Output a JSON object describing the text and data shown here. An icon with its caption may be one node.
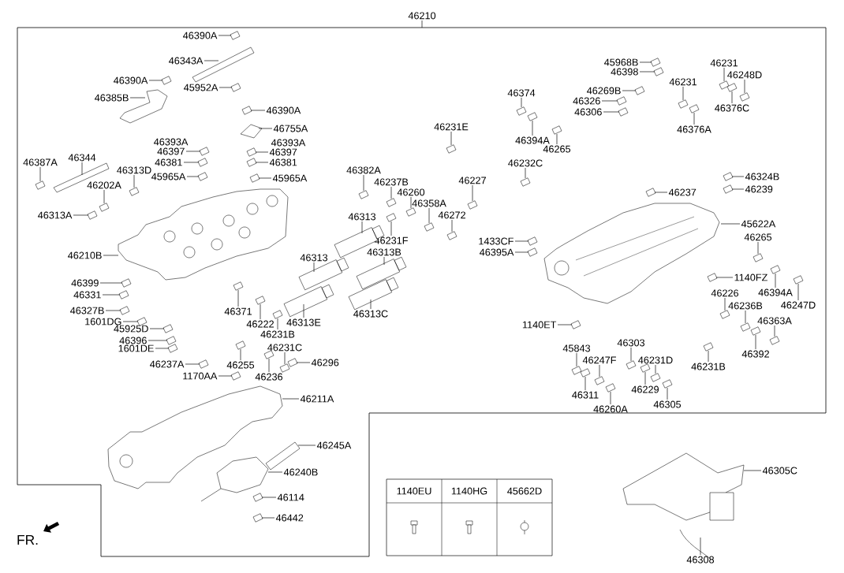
{
  "diagram": {
    "nodes": [
      {
        "text": [
          "46210"
        ]
      },
      {
        "text": [
          "46390A"
        ]
      },
      {
        "text": [
          "46343A"
        ]
      },
      {
        "text": [
          "46390A"
        ]
      },
      {
        "text": [
          "45952A"
        ]
      },
      {
        "text": [
          "46385B"
        ]
      },
      {
        "text": [
          "46390A"
        ]
      },
      {
        "text": [
          "46755A"
        ]
      },
      {
        "text": [
          "46397"
        ]
      },
      {
        "text": [
          "46381"
        ]
      },
      {
        "text": [
          "45965A"
        ]
      },
      {
        "text": [
          "46397"
        ]
      },
      {
        "text": [
          "46381"
        ]
      },
      {
        "text": [
          "45965A"
        ]
      },
      {
        "text": [
          "46387A"
        ]
      },
      {
        "text": [
          "46344"
        ]
      },
      {
        "text": [
          "46313D"
        ]
      },
      {
        "text": [
          "46202A"
        ]
      },
      {
        "text": [
          "46313A"
        ]
      },
      {
        "text": [
          "46210B"
        ]
      },
      {
        "text": [
          "46399"
        ]
      },
      {
        "text": [
          "46331"
        ]
      },
      {
        "text": [
          "46327B"
        ]
      },
      {
        "text": [
          "1601DG"
        ]
      },
      {
        "text": [
          "45925D"
        ]
      },
      {
        "text": [
          "46396"
        ]
      },
      {
        "text": [
          "1601DE"
        ]
      },
      {
        "text": [
          "46237A"
        ]
      },
      {
        "text": [
          "46371"
        ]
      },
      {
        "text": [
          "46222"
        ]
      },
      {
        "text": [
          "46231B"
        ]
      },
      {
        "text": [
          "46313E"
        ]
      },
      {
        "text": [
          "46313"
        ]
      },
      {
        "text": [
          "46313C"
        ]
      },
      {
        "text": [
          "46313B"
        ]
      },
      {
        "text": [
          "46313"
        ]
      },
      {
        "text": [
          "46231F"
        ]
      },
      {
        "text": [
          "46382A"
        ]
      },
      {
        "text": [
          "46237B"
        ]
      },
      {
        "text": [
          "46260"
        ]
      },
      {
        "text": [
          "46255"
        ]
      },
      {
        "text": [
          "46236"
        ]
      },
      {
        "text": [
          "46231C"
        ]
      },
      {
        "text": [
          "46296"
        ]
      },
      {
        "text": [
          "1170AA"
        ]
      },
      {
        "text": [
          "46211A"
        ]
      },
      {
        "text": [
          "46245A"
        ]
      },
      {
        "text": [
          "46240B"
        ]
      },
      {
        "text": [
          "46114"
        ]
      },
      {
        "text": [
          "46442"
        ]
      },
      {
        "text": [
          "45968B"
        ]
      },
      {
        "text": [
          "46398"
        ]
      },
      {
        "text": [
          "46374"
        ]
      },
      {
        "text": [
          "46269B"
        ]
      },
      {
        "text": [
          "46326"
        ]
      },
      {
        "text": [
          "46306"
        ]
      },
      {
        "text": [
          "46231"
        ]
      },
      {
        "text": [
          "46248D"
        ]
      },
      {
        "text": [
          "46231"
        ]
      },
      {
        "text": [
          "46376C"
        ]
      },
      {
        "text": [
          "46394A"
        ]
      },
      {
        "text": [
          "46265"
        ]
      },
      {
        "text": [
          "46231E"
        ]
      },
      {
        "text": [
          "46376A"
        ]
      },
      {
        "text": [
          "46232C"
        ]
      },
      {
        "text": [
          "46227"
        ]
      },
      {
        "text": [
          "46324B"
        ]
      },
      {
        "text": [
          "46239"
        ]
      },
      {
        "text": [
          "46237"
        ]
      },
      {
        "text": [
          "46358A"
        ]
      },
      {
        "text": [
          "46272"
        ]
      },
      {
        "text": [
          "45622A"
        ]
      },
      {
        "text": [
          "46265"
        ]
      },
      {
        "text": [
          "1433CF"
        ]
      },
      {
        "text": [
          "46395A"
        ]
      },
      {
        "text": [
          "1140FZ"
        ]
      },
      {
        "text": [
          "46394A"
        ]
      },
      {
        "text": [
          "46226"
        ]
      },
      {
        "text": [
          "46247D"
        ]
      },
      {
        "text": [
          "46236B"
        ]
      },
      {
        "text": [
          "1140ET"
        ]
      },
      {
        "text": [
          "46363A"
        ]
      },
      {
        "text": [
          "46303"
        ]
      },
      {
        "text": [
          "45843"
        ]
      },
      {
        "text": [
          "46247F"
        ]
      },
      {
        "text": [
          "46231D"
        ]
      },
      {
        "text": [
          "46392"
        ]
      },
      {
        "text": [
          "46231B"
        ]
      },
      {
        "text": [
          "46229"
        ]
      },
      {
        "text": [
          "46311"
        ]
      },
      {
        "text": [
          "46305"
        ]
      },
      {
        "text": [
          "46260A"
        ]
      },
      {
        "text": [
          "46305C"
        ]
      },
      {
        "text": [
          "46308"
        ]
      },
      {
        "text": [],
        "shape": "picture"
      },
      {
        "text": [],
        "shape": "picture"
      },
      {
        "text": [],
        "shape": "picture"
      },
      {
        "text": [],
        "shape": "picture"
      },
      {
        "text": [],
        "shape": "picture"
      },
      {
        "text": [],
        "shape": "picture"
      },
      {
        "text": [],
        "shape": "picture"
      },
      {
        "text": [],
        "shape": "picture"
      },
      {
        "text": [],
        "shape": "picture"
      },
      {
        "text": [],
        "shape": "picture"
      },
      {
        "text": [],
        "shape": "picture"
      },
      {
        "text": [],
        "shape": "picture"
      },
      {
        "text": [],
        "shape": "picture"
      },
      {
        "text": [],
        "shape": "picture"
      },
      {
        "text": [],
        "shape": "picture"
      },
      {
        "text": [],
        "shape": "picture"
      },
      {
        "text": [],
        "shape": "picture"
      },
      {
        "text": [],
        "shape": "picture"
      },
      {
        "text": [],
        "shape": "picture"
      },
      {
        "text": [],
        "shape": "picture"
      },
      {
        "text": [],
        "shape": "picture"
      },
      {
        "text": [],
        "shape": "picture"
      },
      {
        "text": [],
        "shape": "picture"
      },
      {
        "text": [],
        "shape": "picture"
      },
      {
        "text": [],
        "shape": "picture"
      },
      {
        "text": [],
        "shape": "picture"
      },
      {
        "text": [],
        "shape": "picture"
      },
      {
        "text": [],
        "shape": "picture"
      },
      {
        "text": [],
        "shape": "picture"
      },
      {
        "text": [],
        "shape": "picture"
      },
      {
        "text": [],
        "shape": "picture"
      },
      {
        "text": [],
        "shape": "picture"
      },
      {
        "text": [],
        "shape": "picture"
      },
      {
        "text": [],
        "shape": "picture"
      },
      {
        "text": [],
        "shape": "picture"
      },
      {
        "text": [],
        "shape": "picture"
      },
      {
        "text": [],
        "shape": "picture"
      },
      {
        "text": [],
        "shape": "picture"
      },
      {
        "text": [],
        "shape": "picture"
      },
      {
        "text": [],
        "shape": "picture"
      },
      {
        "text": [],
        "shape": "picture"
      },
      {
        "text": [],
        "shape": "picture"
      },
      {
        "text": [],
        "shape": "picture"
      },
      {
        "text": [],
        "shape": "picture"
      },
      {
        "text": [],
        "shape": "picture"
      },
      {
        "text": [],
        "shape": "picture"
      },
      {
        "text": [],
        "shape": "picture"
      },
      {
        "text": [],
        "shape": "picture"
      },
      {
        "text": [],
        "shape": "picture"
      },
      {
        "text": [],
        "shape": "picture"
      },
      {
        "text": [],
        "shape": "picture"
      },
      {
        "text": [],
        "shape": "picture"
      },
      {
        "text": [],
        "shape": "picture"
      },
      {
        "text": [],
        "shape": "picture"
      },
      {
        "text": [],
        "shape": "picture"
      },
      {
        "text": [],
        "shape": "picture"
      },
      {
        "text": [],
        "shape": "picture"
      },
      {
        "text": [],
        "shape": "picture"
      },
      {
        "text": [],
        "shape": "picture"
      },
      {
        "text": [],
        "shape": "picture"
      },
      {
        "text": [],
        "shape": "picture"
      },
      {
        "text": [],
        "shape": "picture"
      },
      {
        "text": [],
        "shape": "picture"
      },
      {
        "text": [],
        "shape": "picture"
      },
      {
        "text": [],
        "shape": "picture"
      },
      {
        "text": [],
        "shape": "picture"
      },
      {
        "text": [],
        "shape": "picture"
      },
      {
        "text": [],
        "shape": "picture"
      },
      {
        "text": [],
        "shape": "picture"
      },
      {
        "text": [],
        "shape": "picture"
      },
      {
        "text": [],
        "shape": "picture"
      },
      {
        "text": [],
        "shape": "picture"
      },
      {
        "text": [],
        "shape": "picture"
      },
      {
        "text": [],
        "shape": "picture"
      },
      {
        "text": [],
        "shape": "picture"
      },
      {
        "text": [],
        "shape": "picture"
      },
      {
        "text": [],
        "shape": "picture"
      },
      {
        "text": [],
        "shape": "picture"
      },
      {
        "text": [],
        "shape": "picture"
      },
      {
        "text": [],
        "shape": "picture"
      },
      {
        "text": [],
        "shape": "picture"
      },
      {
        "text": [],
        "shape": "picture"
      },
      {
        "text": [],
        "shape": "picture"
      },
      {
        "text": [],
        "shape": "picture"
      },
      {
        "text": [],
        "shape": "picture"
      },
      {
        "text": [],
        "shape": "picture"
      },
      {
        "text": [],
        "shape": "picture"
      },
      {
        "text": [],
        "shape": "picture"
      },
      {
        "text": [],
        "shape": "picture"
      },
      {
        "text": [],
        "shape": "picture"
      },
      {
        "text": [],
        "shape": "picture"
      },
      {
        "text": [],
        "shape": "picture"
      },
      {
        "text": [],
        "shape": "picture"
      }
    ],
    "edges": [
      {
        "from": 0,
        "to": null,
        "arrow": "none"
      },
      {
        "from": 1,
        "to": 94,
        "arrow": "none"
      },
      {
        "from": 2,
        "to": 95,
        "arrow": "none"
      },
      {
        "from": 3,
        "to": 96,
        "arrow": "none"
      },
      {
        "from": 4,
        "to": 97,
        "arrow": "none"
      },
      {
        "from": 5,
        "to": 98,
        "arrow": "none"
      },
      {
        "from": 6,
        "to": 99,
        "arrow": "none"
      },
      {
        "from": 7,
        "to": 100,
        "arrow": "none"
      },
      {
        "from": 8,
        "to": 101,
        "arrow": "none"
      },
      {
        "from": 9,
        "to": 102,
        "arrow": "none"
      },
      {
        "from": 10,
        "to": 103,
        "arrow": "none"
      },
      {
        "from": 11,
        "to": 104,
        "arrow": "none"
      },
      {
        "from": 12,
        "to": 105,
        "arrow": "none"
      },
      {
        "from": 13,
        "to": 106,
        "arrow": "none"
      },
      {
        "from": 14,
        "to": 107,
        "arrow": "none"
      },
      {
        "from": 15,
        "to": 108,
        "arrow": "none"
      },
      {
        "from": 16,
        "to": 109,
        "arrow": "none"
      },
      {
        "from": 17,
        "to": 110,
        "arrow": "none"
      },
      {
        "from": 18,
        "to": 111,
        "arrow": "none"
      },
      {
        "from": 19,
        "to": 112,
        "arrow": "none"
      },
      {
        "from": 20,
        "to": 113,
        "arrow": "none"
      },
      {
        "from": 21,
        "to": 114,
        "arrow": "none"
      },
      {
        "from": 22,
        "to": 115,
        "arrow": "none"
      },
      {
        "from": 23,
        "to": 116,
        "arrow": "none"
      },
      {
        "from": 24,
        "to": 117,
        "arrow": "none"
      },
      {
        "from": 25,
        "to": 118,
        "arrow": "none"
      },
      {
        "from": 26,
        "to": 119,
        "arrow": "none"
      },
      {
        "from": 27,
        "to": 120,
        "arrow": "none"
      },
      {
        "from": 28,
        "to": 121,
        "arrow": "none"
      },
      {
        "from": 29,
        "to": 122,
        "arrow": "none"
      },
      {
        "from": 30,
        "to": 123,
        "arrow": "none"
      },
      {
        "from": 31,
        "to": 124,
        "arrow": "none"
      },
      {
        "from": 32,
        "to": 125,
        "arrow": "none"
      },
      {
        "from": 33,
        "to": 126,
        "arrow": "none"
      },
      {
        "from": 34,
        "to": 127,
        "arrow": "none"
      },
      {
        "from": 35,
        "to": 128,
        "arrow": "none"
      },
      {
        "from": 36,
        "to": 129,
        "arrow": "none"
      },
      {
        "from": 37,
        "to": 130,
        "arrow": "none"
      },
      {
        "from": 38,
        "to": 131,
        "arrow": "none"
      },
      {
        "from": 39,
        "to": 132,
        "arrow": "none"
      },
      {
        "from": 40,
        "to": 133,
        "arrow": "none"
      },
      {
        "from": 41,
        "to": 134,
        "arrow": "none"
      },
      {
        "from": 42,
        "to": 135,
        "arrow": "none"
      },
      {
        "from": 43,
        "to": 136,
        "arrow": "none"
      },
      {
        "from": 44,
        "to": 137,
        "arrow": "none"
      },
      {
        "from": 45,
        "to": 138,
        "arrow": "none"
      },
      {
        "from": 46,
        "to": 139,
        "arrow": "none"
      },
      {
        "from": 47,
        "to": 140,
        "arrow": "none"
      },
      {
        "from": 48,
        "to": 141,
        "arrow": "none"
      },
      {
        "from": 49,
        "to": 142,
        "arrow": "none"
      },
      {
        "from": 50,
        "to": 143,
        "arrow": "none"
      },
      {
        "from": 51,
        "to": 144,
        "arrow": "none"
      },
      {
        "from": 52,
        "to": 145,
        "arrow": "none"
      },
      {
        "from": 53,
        "to": 146,
        "arrow": "none"
      },
      {
        "from": 54,
        "to": 147,
        "arrow": "none"
      },
      {
        "from": 55,
        "to": 148,
        "arrow": "none"
      },
      {
        "from": 56,
        "to": 149,
        "arrow": "none"
      },
      {
        "from": 57,
        "to": 150,
        "arrow": "none"
      },
      {
        "from": 58,
        "to": 151,
        "arrow": "none"
      },
      {
        "from": 59,
        "to": 152,
        "arrow": "none"
      },
      {
        "from": 60,
        "to": 153,
        "arrow": "none"
      },
      {
        "from": 61,
        "to": 154,
        "arrow": "none"
      },
      {
        "from": 62,
        "to": 155,
        "arrow": "none"
      },
      {
        "from": 63,
        "to": 156,
        "arrow": "none"
      },
      {
        "from": 64,
        "to": 157,
        "arrow": "none"
      },
      {
        "from": 65,
        "to": 158,
        "arrow": "none"
      },
      {
        "from": 66,
        "to": 159,
        "arrow": "none"
      },
      {
        "from": 67,
        "to": 160,
        "arrow": "none"
      },
      {
        "from": 68,
        "to": 161,
        "arrow": "none"
      },
      {
        "from": 69,
        "to": 162,
        "arrow": "none"
      },
      {
        "from": 70,
        "to": 163,
        "arrow": "none"
      },
      {
        "from": 71,
        "to": 164,
        "arrow": "none"
      },
      {
        "from": 72,
        "to": 165,
        "arrow": "none"
      },
      {
        "from": 73,
        "to": 166,
        "arrow": "none"
      },
      {
        "from": 74,
        "to": 167,
        "arrow": "none"
      },
      {
        "from": 75,
        "to": 168,
        "arrow": "none"
      },
      {
        "from": 76,
        "to": 169,
        "arrow": "none"
      },
      {
        "from": 77,
        "to": 170,
        "arrow": "none"
      },
      {
        "from": 78,
        "to": 171,
        "arrow": "none"
      },
      {
        "from": 79,
        "to": 172,
        "arrow": "none"
      },
      {
        "from": 80,
        "to": 173,
        "arrow": "none"
      },
      {
        "from": 81,
        "to": 174,
        "arrow": "none"
      },
      {
        "from": 82,
        "to": 175,
        "arrow": "none"
      },
      {
        "from": 83,
        "to": 176,
        "arrow": "none"
      },
      {
        "from": 84,
        "to": 177,
        "arrow": "none"
      },
      {
        "from": 85,
        "to": 178,
        "arrow": "none"
      },
      {
        "from": 86,
        "to": 179,
        "arrow": "none"
      },
      {
        "from": 87,
        "to": 180,
        "arrow": "none"
      },
      {
        "from": 88,
        "to": 181,
        "arrow": "none"
      },
      {
        "from": 89,
        "to": 182,
        "arrow": "none"
      },
      {
        "from": 90,
        "to": 183,
        "arrow": "none"
      },
      {
        "from": 91,
        "to": 184,
        "arrow": "none"
      },
      {
        "from": 92,
        "to": 185,
        "arrow": "none"
      },
      {
        "from": 93,
        "to": 186,
        "arrow": "none"
      }
    ],
    "labels": [
      "46393A",
      "46393A",
      "1140EU",
      "1140HG",
      "45662D",
      "FR."
    ]
  }
}
